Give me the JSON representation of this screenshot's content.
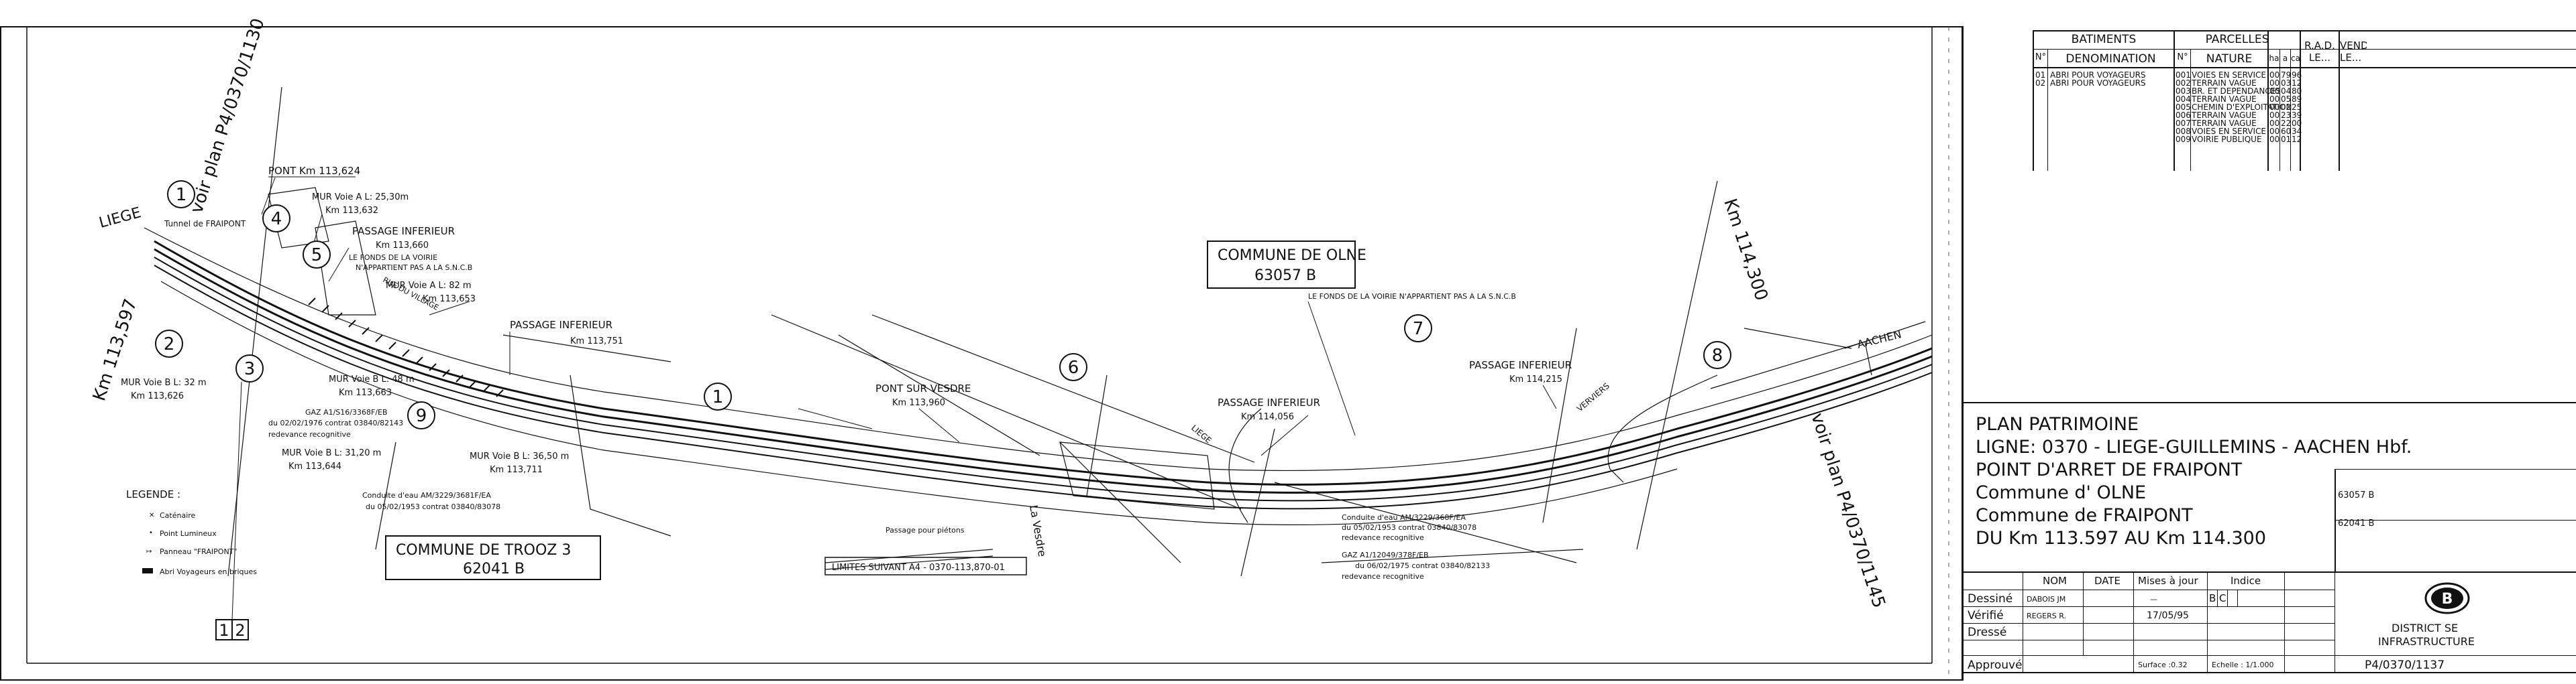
{
  "plan": {
    "railway_labels": {
      "liege": "LIEGE",
      "aachen": "AACHEN",
      "verviers": "VERVIERS",
      "liege_small": "LIEGE",
      "voir_plan_left": "voir plan P4/0370/1130",
      "voir_plan_right": "voir plan P4/0370/1145",
      "km_start": "Km 113,597",
      "km_end": "Km 114,300",
      "la_vesdre": "La Vesdre",
      "rue_du_village": "RUE DU VILLAGE",
      "tunnel": "Tunnel de FRAIPONT"
    },
    "circled_numbers": [
      "1",
      "2",
      "3",
      "4",
      "5",
      "9",
      "1",
      "6",
      "7",
      "8"
    ],
    "boxed_numbers": [
      "1",
      "2"
    ],
    "annotations": {
      "pont": "PONT Km 113,624",
      "mur_a1": "MUR Voie A L: 25,30m",
      "mur_a1_km": "Km 113,632",
      "passage_inf_1": "PASSAGE INFERIEUR",
      "passage_inf_1_km": "Km 113,660",
      "fonds_1": "LE FONDS DE LA VOIRIE",
      "fonds_1b": "N'APPARTIENT PAS A LA S.N.C.B",
      "mur_a2": "MUR Voie A L: 82 m",
      "mur_a2_km": "Km 113,653",
      "passage_inf_2": "PASSAGE INFERIEUR",
      "passage_inf_2_km": "Km 113,751",
      "mur_b1": "MUR Voie B L: 32 m",
      "mur_b1_km": "Km 113,626",
      "mur_b2": "MUR Voie B L: 48 m",
      "mur_b2_km": "Km 113,663",
      "gaz_1": "GAZ A1/S16/3368F/EB",
      "gaz_1b": "du 02/02/1976 contrat 03840/82143",
      "gaz_1c": "redevance recognitive",
      "mur_b3": "MUR Voie B L: 31,20 m",
      "mur_b3_km": "Km 113,644",
      "mur_b4": "MUR Voie B L: 36,50 m",
      "mur_b4_km": "Km 113,711",
      "conduite_1": "Conduite d'eau AM/3229/3681F/EA",
      "conduite_1b": "du 05/02/1953 contrat 03840/83078",
      "commune_trooz": "COMMUNE DE TROOZ 3",
      "commune_trooz_code": "62041 B",
      "pont_vesdre": "PONT SUR VESDRE",
      "pont_vesdre_km": "Km 113,960",
      "passage_pietons": "Passage pour piétons",
      "limites": "LIMITES SUIVANT A4 - 0370-113,870-01",
      "commune_olne": "COMMUNE DE OLNE",
      "commune_olne_code": "63057 B",
      "fonds_2": "LE FONDS DE LA VOIRIE N'APPARTIENT PAS A LA S.N.C.B",
      "passage_inf_3": "PASSAGE INFERIEUR",
      "passage_inf_3_km": "Km 114,056",
      "passage_inf_4": "PASSAGE INFERIEUR",
      "passage_inf_4_km": "Km 114,215",
      "conduite_2": "Conduite d'eau AM/3229/368F/EA",
      "conduite_2b": "du 05/02/1953 contrat 03840/83078",
      "conduite_2c": "redevance recognitive",
      "gaz_2": "GAZ A1/12049/378F/EB",
      "gaz_2b": "du 06/02/1975 contrat 03840/82133",
      "gaz_2c": "redevance recognitive"
    },
    "legend": {
      "title": "LEGENDE :",
      "items": [
        "Caténaire",
        "Point Lumineux",
        "Panneau \"FRAIPONT\"",
        "Abri Voyageurs en briques"
      ]
    }
  },
  "table": {
    "batiments": "BATIMENTS",
    "parcelles": "PARCELLES",
    "rad": "R.A.D.",
    "rad_le": "LE...",
    "vend": "VENDU",
    "vend_le": "LE...",
    "n": "N°",
    "denomination": "DENOMINATION",
    "nature": "NATURE",
    "ha": "ha",
    "a": "a",
    "ca": "ca",
    "bat_rows": [
      {
        "n": "01",
        "name": "ABRI POUR VOYAGEURS"
      },
      {
        "n": "02",
        "name": "ABRI POUR VOYAGEURS"
      }
    ],
    "parc_rows": [
      {
        "n": "001",
        "nature": "VOIES EN SERVICE",
        "ha": "00",
        "a": "79",
        "ca": "96"
      },
      {
        "n": "002",
        "nature": "TERRAIN VAGUE",
        "ha": "00",
        "a": "03",
        "ca": "12"
      },
      {
        "n": "003",
        "nature": "BR. ET DEPENDANCES",
        "ha": "00",
        "a": "04",
        "ca": "80"
      },
      {
        "n": "004",
        "nature": "TERRAIN VAGUE",
        "ha": "00",
        "a": "05",
        "ca": "89"
      },
      {
        "n": "005",
        "nature": "CHEMIN D'EXPLOITATION",
        "ha": "00",
        "a": "02",
        "ca": "25"
      },
      {
        "n": "006",
        "nature": "TERRAIN VAGUE",
        "ha": "00",
        "a": "23",
        "ca": "39"
      },
      {
        "n": "007",
        "nature": "TERRAIN VAGUE",
        "ha": "00",
        "a": "22",
        "ca": "00"
      },
      {
        "n": "008",
        "nature": "VOIES EN SERVICE",
        "ha": "00",
        "a": "60",
        "ca": "34"
      },
      {
        "n": "009",
        "nature": "VOIRIE PUBLIQUE",
        "ha": "00",
        "a": "01",
        "ca": "12"
      }
    ]
  },
  "title_block": {
    "title": "PLAN PATRIMOINE",
    "ligne": "LIGNE: 0370 - LIEGE-GUILLEMINS - AACHEN Hbf.",
    "point": "POINT D'ARRET DE FRAIPONT",
    "commune1": "Commune d' OLNE",
    "commune1_code": "63057 B",
    "commune2": "Commune de FRAIPONT",
    "commune2_code": "62041 B",
    "range": "DU Km 113.597 AU Km 114.300",
    "col_nom": "NOM",
    "col_date": "DATE",
    "col_mises": "Mises à jour",
    "col_indice": "Indice",
    "indice_values": [
      "B",
      "C"
    ],
    "rows": [
      {
        "label": "Dessiné",
        "nom": "DABOIS JM",
        "mise": "—"
      },
      {
        "label": "Vérifié",
        "nom": "REGERS R.",
        "mise": "17/05/95"
      },
      {
        "label": "Dressé",
        "nom": "",
        "mise": ""
      },
      {
        "label": "Approuvé",
        "nom": "",
        "mise": "Surface :0.32"
      }
    ],
    "echelle": "Echelle : 1/1.000",
    "district": "DISTRICT SE",
    "infrastructure": "INFRASTRUCTURE",
    "plan_number": "P4/0370/1137",
    "logo_letter": "B"
  }
}
